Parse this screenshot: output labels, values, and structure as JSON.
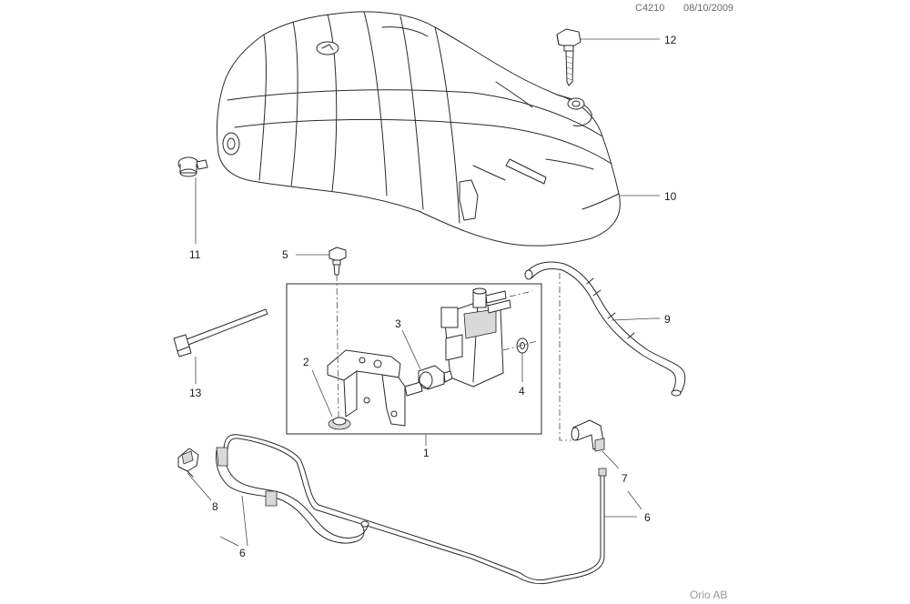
{
  "header": {
    "code": "C4210",
    "date": "08/10/2009"
  },
  "footer": {
    "company": "Orio AB"
  },
  "callouts": {
    "c1": "1",
    "c2": "2",
    "c3": "3",
    "c4": "4",
    "c5": "5",
    "c6a": "6",
    "c6b": "6",
    "c7": "7",
    "c8": "8",
    "c9": "9",
    "c10": "10",
    "c11": "11",
    "c12": "12",
    "c13": "13"
  }
}
